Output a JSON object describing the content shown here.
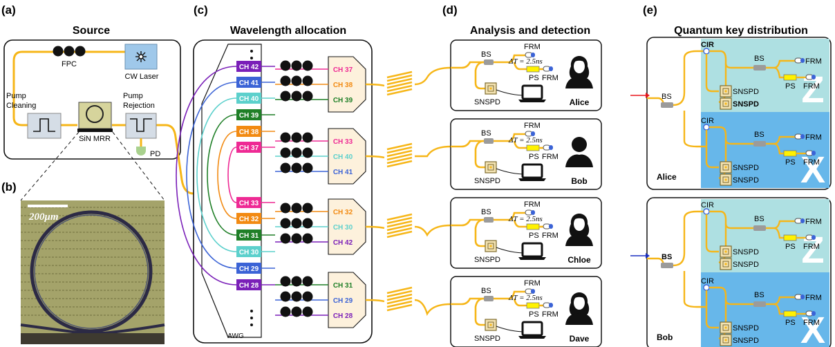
{
  "panels": {
    "a": {
      "letter": "(a)",
      "title": "Source",
      "fpc": "FPC",
      "laser": "CW Laser",
      "pump_cleaning_1": "Pump",
      "pump_cleaning_2": "Cleaning",
      "pump_rejection_1": "Pump",
      "pump_rejection_2": "Rejection",
      "mrr": "SiN MRR",
      "pd": "PD"
    },
    "b": {
      "letter": "(b)",
      "scale": "200μm"
    },
    "c": {
      "letter": "(c)",
      "title": "Wavelength allocation",
      "awg": "AWG",
      "left_channels": [
        "CH 42",
        "CH 41",
        "CH 40",
        "CH 39",
        "CH 38",
        "CH 37",
        "CH 33",
        "CH 32",
        "CH 31",
        "CH 30",
        "CH 29",
        "CH 28"
      ],
      "groups": [
        [
          "CH 37",
          "CH 38",
          "CH 39"
        ],
        [
          "CH 33",
          "CH 40",
          "CH 41"
        ],
        [
          "CH 32",
          "CH 30",
          "CH 42"
        ],
        [
          "CH 31",
          "CH 29",
          "CH 28"
        ]
      ]
    },
    "d": {
      "letter": "(d)",
      "title": "Analysis and detection",
      "bs": "BS",
      "frm": "FRM",
      "ps": "PS",
      "snspd": "SNSPD",
      "delay": "ΔT = 2.5ns",
      "users": [
        "Alice",
        "Bob",
        "Chloe",
        "Dave"
      ]
    },
    "e": {
      "letter": "(e)",
      "title": "Quantum key distribution",
      "cir": "CIR",
      "bs": "BS",
      "frm": "FRM",
      "ps": "PS",
      "snspd": "SNSPD",
      "basis_z": "Z",
      "basis_x": "X",
      "alice": "Alice",
      "bob": "Bob"
    }
  },
  "colors": {
    "fiber": "#f6b618",
    "CH 28": "#7a1fb8",
    "CH 29": "#3b63d6",
    "CH 30": "#5cd0cc",
    "CH 31": "#1f7f27",
    "CH 32": "#f28a12",
    "CH 33": "#ee2a94",
    "CH 37": "#ee2a94",
    "CH 38": "#f28a12",
    "CH 39": "#1f7f27",
    "CH 40": "#5cd0cc",
    "CH 41": "#3b63d6",
    "CH 42": "#7a1fb8",
    "z_bg": "#aee0e2",
    "x_bg": "#67b7ea",
    "laser_bg": "#9fc8ea"
  }
}
